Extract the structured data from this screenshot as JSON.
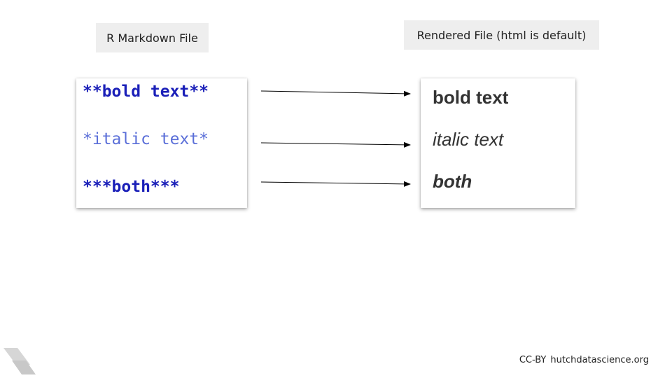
{
  "labels": {
    "left": "R Markdown File",
    "right": "Rendered File (html is default)"
  },
  "markdown_lines": [
    "**bold text**",
    "*italic text*",
    "***both***"
  ],
  "rendered_lines": [
    "bold text",
    "italic text",
    "both"
  ],
  "footer": {
    "license": "CC-BY",
    "site": "hutchdatascience.org"
  },
  "colors": {
    "markdown_bold": "#1a1fb8",
    "markdown_italic": "#5b6fd8",
    "label_bg": "#eeeeee"
  }
}
